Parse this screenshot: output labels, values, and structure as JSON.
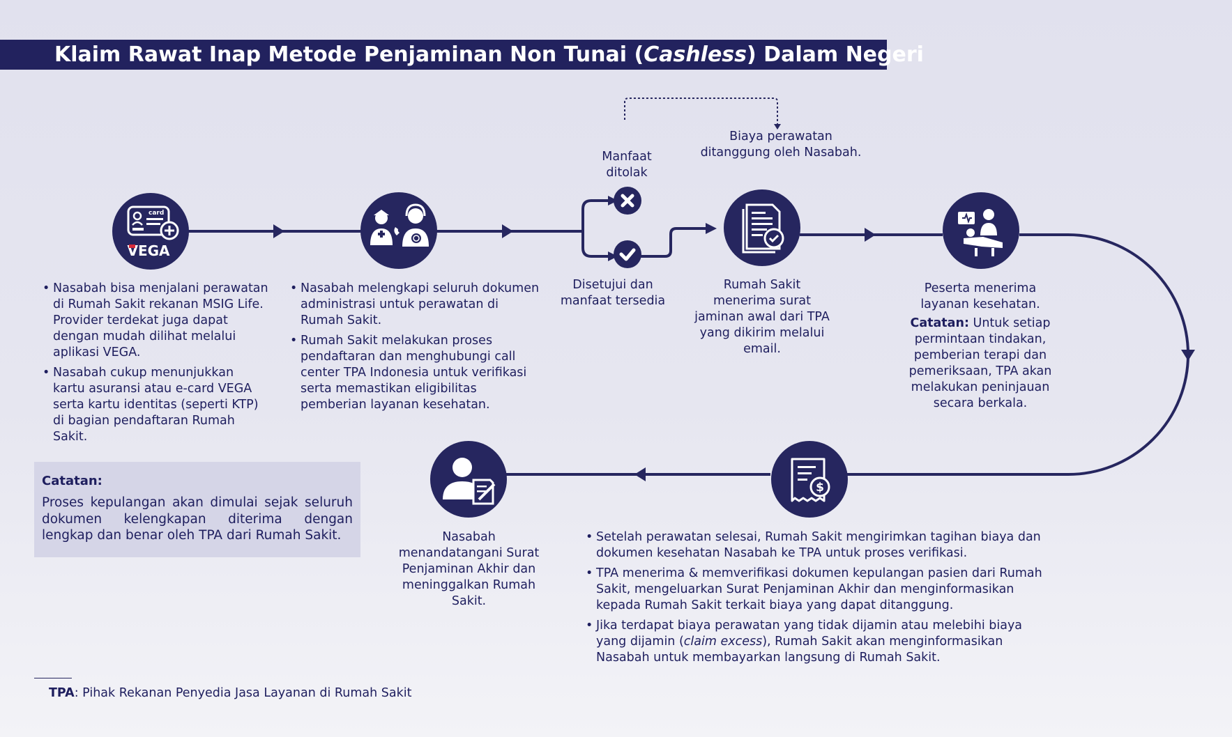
{
  "title": {
    "pre": "Klaim Rawat Inap Metode Penjaminan Non Tunai (",
    "italic": "Cashless",
    "post": ") Dalam Negeri"
  },
  "colors": {
    "navy": "#26265f",
    "title_bar": "#22225e",
    "text": "#1e1e5e",
    "note_box": "#d5d5e7",
    "white": "#ffffff"
  },
  "steps": {
    "vega": {
      "icon": "vega-card-icon",
      "card_label": "card",
      "brand": "VEGA",
      "bullets": [
        "Nasabah bisa menjalani perawatan di Rumah Sakit rekanan MSIG Life. Provider terdekat juga dapat dengan mudah dilihat melalui aplikasi VEGA.",
        "Nasabah cukup menunjukkan kartu asuransi atau e-card VEGA serta kartu identitas (seperti KTP) di bagian pendaftaran Rumah Sakit."
      ]
    },
    "registration": {
      "icon": "nurse-call-center-icon",
      "bullets": [
        "Nasabah melengkapi seluruh dokumen administrasi untuk perawatan di Rumah Sakit.",
        "Rumah Sakit melakukan proses pendaftaran dan menghubungi call center TPA Indonesia untuk verifikasi serta memastikan eligibilitas pemberian layanan kesehatan."
      ]
    },
    "decision": {
      "rejected_label": "Manfaat ditolak",
      "rejected_icon": "x-circle-icon",
      "approved_label": "Disetujui dan manfaat tersedia",
      "approved_icon": "check-circle-icon",
      "borne_by_customer": "Biaya perawatan ditanggung oleh Nasabah."
    },
    "guarantee_letter": {
      "icon": "document-approval-icon",
      "text": "Rumah Sakit menerima surat jaminan awal dari TPA yang dikirim melalui email."
    },
    "treatment": {
      "icon": "doctor-patient-icon",
      "text": "Peserta  menerima layanan kesehatan.",
      "note_label": "Catatan:",
      "note_text": " Untuk setiap permintaan tindakan, pemberian terapi dan pemeriksaan, TPA akan melakukan peninjauan secara berkala."
    },
    "billing": {
      "icon": "invoice-dollar-icon",
      "bullet1": "Setelah perawatan selesai, Rumah Sakit mengirimkan tagihan biaya dan dokumen kesehatan Nasabah ke TPA untuk proses verifikasi.",
      "bullet2": "TPA menerima & memverifikasi dokumen kepulangan pasien dari Rumah Sakit, mengeluarkan Surat Penjaminan Akhir dan menginformasikan kepada Rumah Sakit terkait biaya yang dapat ditanggung.",
      "bullet3_pre": "Jika terdapat biaya perawatan yang tidak dijamin atau melebihi biaya yang dijamin (",
      "bullet3_italic": "claim excess",
      "bullet3_post": "), Rumah Sakit akan menginformasikan Nasabah untuk membayarkan langsung di Rumah Sakit."
    },
    "discharge": {
      "icon": "person-signing-icon",
      "text": "Nasabah menandatangani Surat Penjaminan Akhir dan meninggalkan Rumah Sakit."
    }
  },
  "note_box": {
    "title": "Catatan:",
    "text": "Proses kepulangan akan dimulai sejak seluruh dokumen kelengkapan diterima dengan lengkap dan benar oleh TPA dari Rumah Sakit."
  },
  "footer": {
    "term": "TPA",
    "definition": ": Pihak Rekanan Penyedia Jasa Layanan di Rumah Sakit"
  }
}
